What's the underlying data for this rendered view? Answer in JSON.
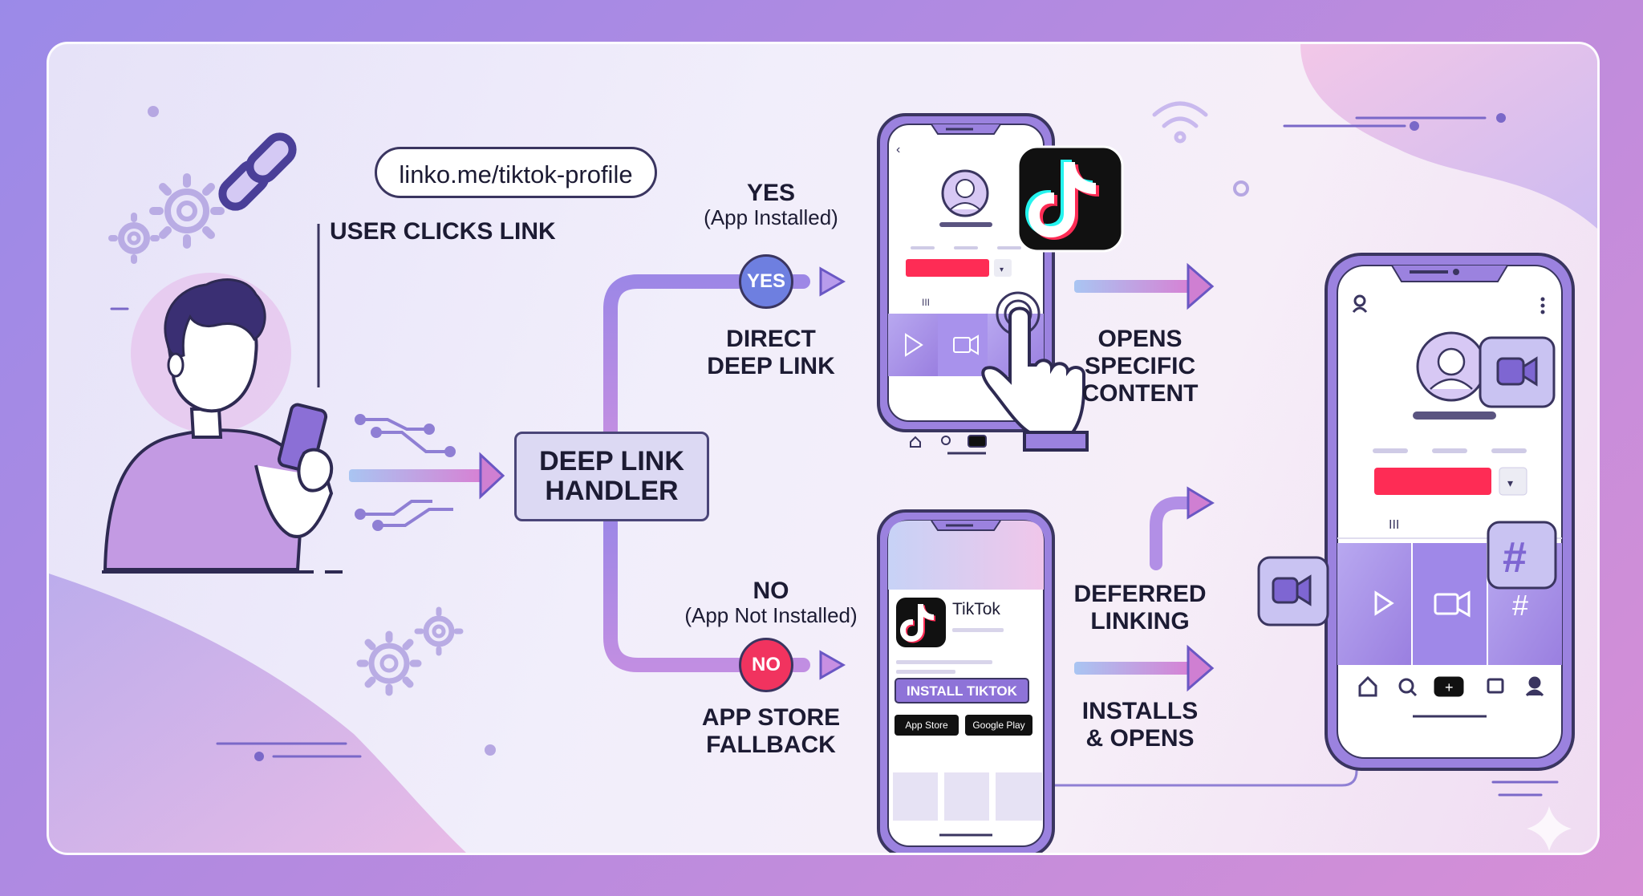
{
  "link": {
    "url": "linko.me/tiktok-profile",
    "caption": "USER CLICKS LINK"
  },
  "handler": {
    "line1": "DEEP LINK",
    "line2": "HANDLER"
  },
  "yes_branch": {
    "heading": "YES",
    "condition": "(App Installed)",
    "badge": "YES",
    "label_line1": "DIRECT",
    "label_line2": "DEEP LINK"
  },
  "no_branch": {
    "heading": "NO",
    "condition": "(App Not Installed)",
    "badge": "NO",
    "label_line1": "APP STORE",
    "label_line2": "FALLBACK"
  },
  "opens": {
    "line1": "OPENS",
    "line2": "SPECIFIC",
    "line3": "CONTENT"
  },
  "deferred": {
    "line1": "DEFERRED",
    "line2": "LINKING"
  },
  "installs": {
    "line1": "INSTALLS",
    "line2": "& OPENS"
  },
  "store_phone": {
    "app_name": "TikTok",
    "install_button": "INSTALL TIKTOK",
    "app_store_badge": "App Store",
    "google_play_badge": "Google Play"
  },
  "icons": [
    "link-icon",
    "gear-icon",
    "tiktok-logo-icon",
    "tap-hand-icon",
    "video-camera-icon",
    "hashtag-icon",
    "wifi-icon",
    "home-icon",
    "search-icon",
    "plus-icon",
    "chat-icon",
    "profile-icon"
  ],
  "colors": {
    "accent_purple": "#8e73d8",
    "yes_blue": "#6e7fe0",
    "no_red": "#f1335f",
    "tiktok_red": "#fe2c55",
    "tiktok_cyan": "#25f4ee",
    "ink": "#1c1b33"
  }
}
